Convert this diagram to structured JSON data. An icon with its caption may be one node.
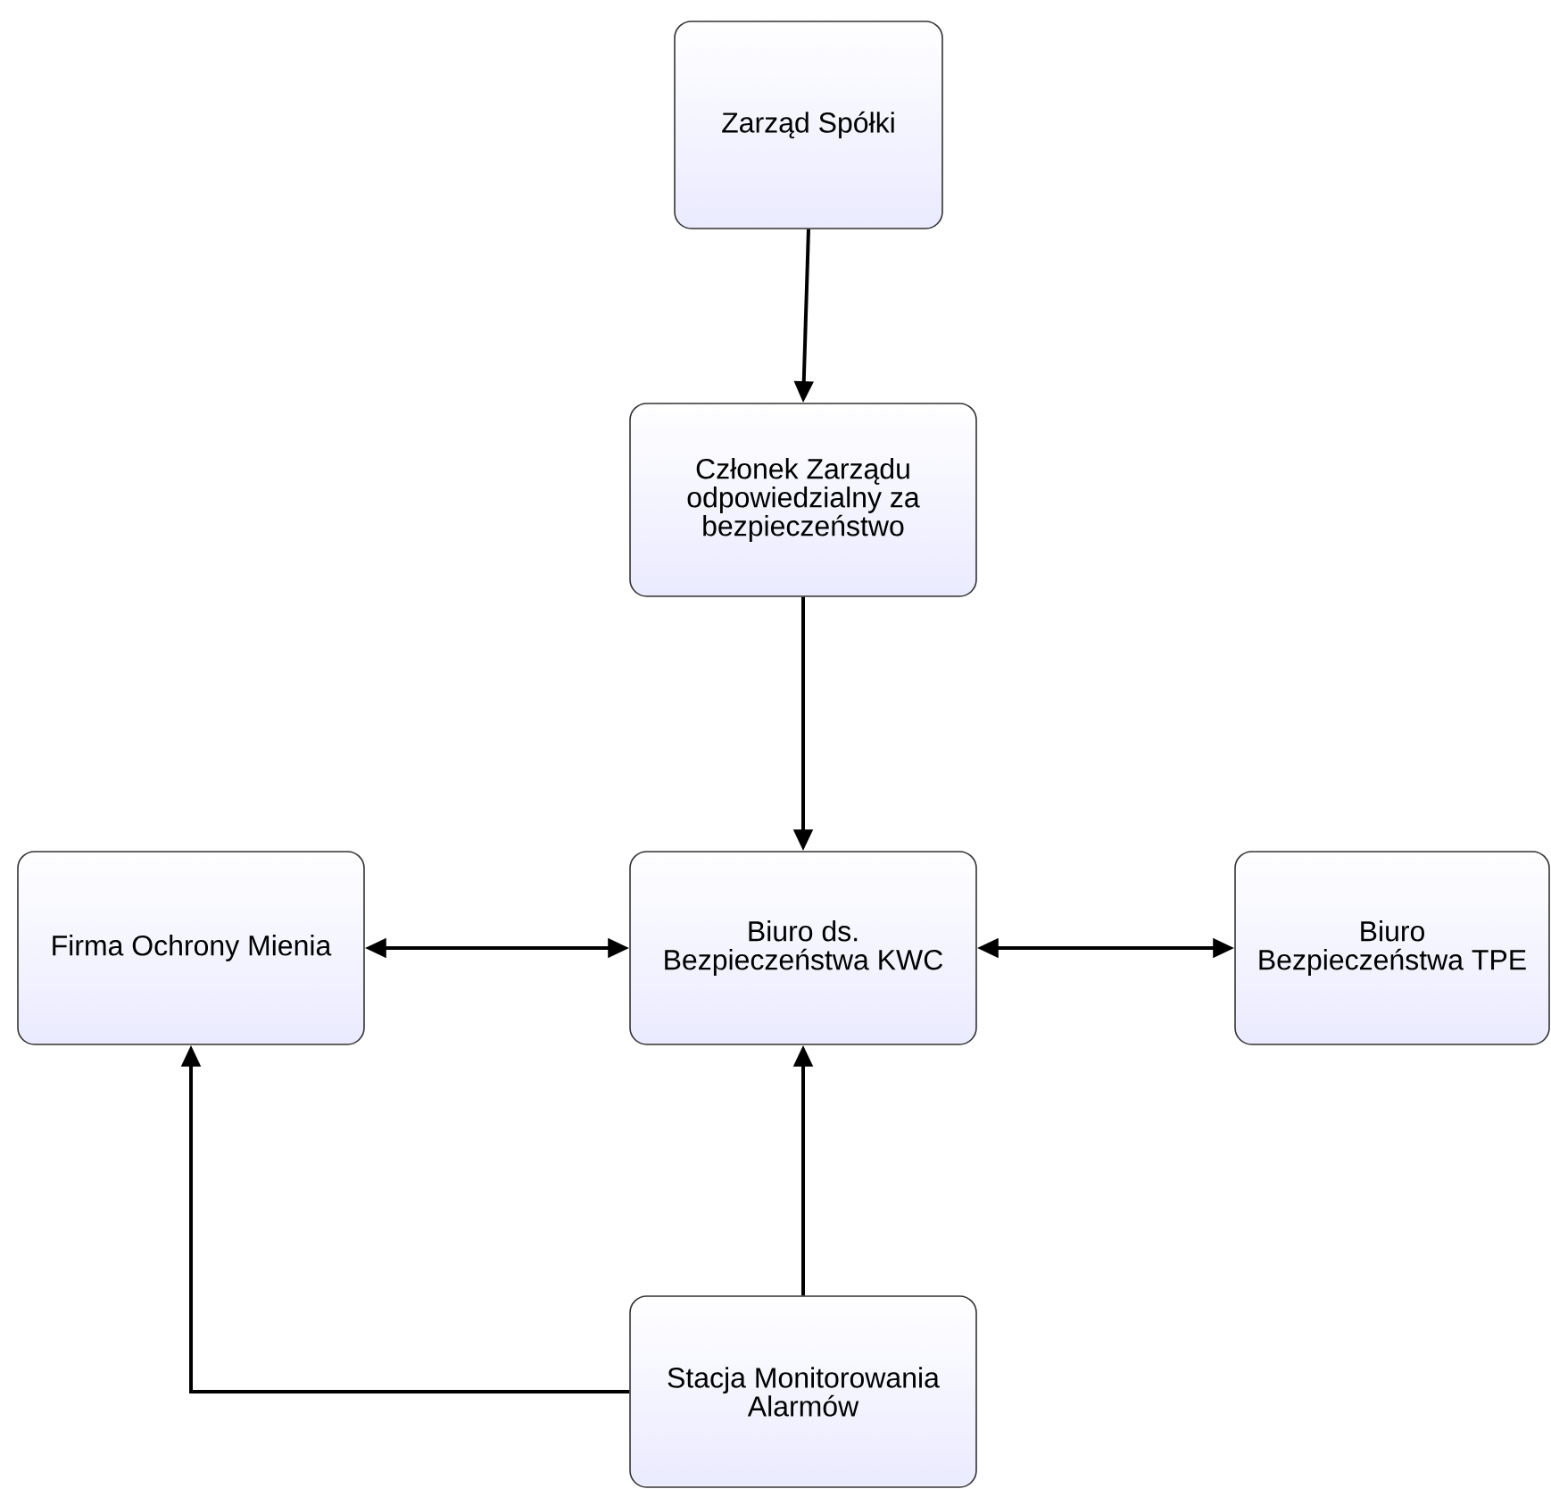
{
  "diagram": {
    "nodes": [
      {
        "text": [
          "Zarząd Spółki"
        ]
      },
      {
        "text": [
          "Członek Zarządu odpowiedzialny za bezpieczeństwo"
        ]
      },
      {
        "text": [
          "Biuro ds. Bezpieczeństwa KWC"
        ]
      },
      {
        "text": [
          "Firma Ochrony Mienia"
        ]
      },
      {
        "text": [
          "Biuro Bezpieczeństwa TPE"
        ]
      },
      {
        "text": [
          "Stacja Monitorowania Alarmów"
        ]
      }
    ],
    "edges": [
      {
        "from": 0,
        "to": 1,
        "arrow": "to"
      },
      {
        "from": 1,
        "to": 2,
        "arrow": "to"
      },
      {
        "from": 2,
        "to": 3,
        "arrow": "both"
      },
      {
        "from": 2,
        "to": 4,
        "arrow": "both"
      },
      {
        "from": 5,
        "to": 2,
        "arrow": "to"
      },
      {
        "from": 5,
        "to": 3,
        "arrow": "to"
      }
    ]
  }
}
